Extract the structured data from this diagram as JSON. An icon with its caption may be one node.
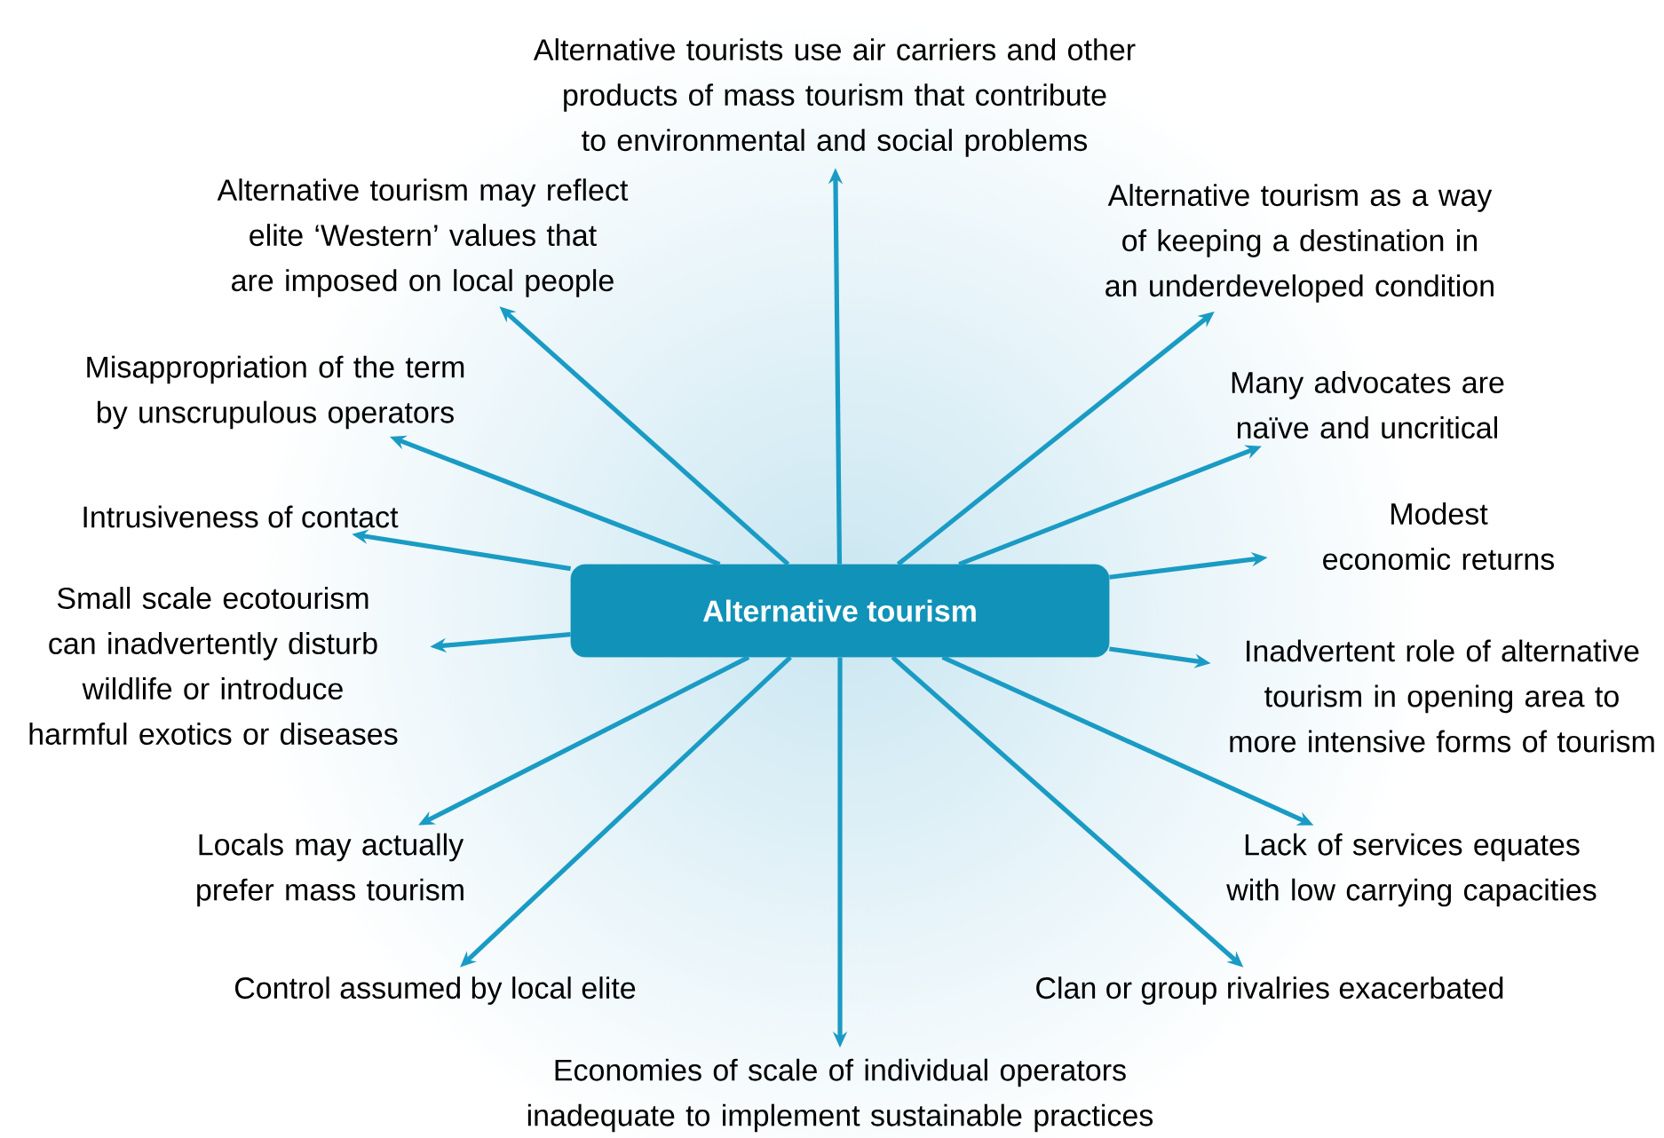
{
  "diagram": {
    "nodes": [
      {
        "text": [
          "Alternative tourism"
        ]
      },
      {
        "text": [
          "Alternative tourists use air carriers and other products of mass tourism that contribute to environmental and social problems"
        ]
      },
      {
        "text": [
          "Alternative tourism as a way of keeping a destination in an underdeveloped condition"
        ]
      },
      {
        "text": [
          "Many advocates are naïve and uncritical"
        ]
      },
      {
        "text": [
          "Modest economic returns"
        ]
      },
      {
        "text": [
          "Inadvertent role of alternative tourism in opening area to more intensive forms of tourism"
        ]
      },
      {
        "text": [
          "Lack of services equates with low carrying capacities"
        ]
      },
      {
        "text": [
          "Clan or group rivalries exacerbated"
        ]
      },
      {
        "text": [
          "Economies of scale of individual operators inadequate to implement sustainable practices"
        ]
      },
      {
        "text": [
          "Control assumed by local elite"
        ]
      },
      {
        "text": [
          "Locals may actually prefer mass tourism"
        ]
      },
      {
        "text": [
          "Small scale ecotourism can inadvertently disturb wildlife or introduce harmful exotics or diseases"
        ]
      },
      {
        "text": [
          "Intrusiveness of contact"
        ]
      },
      {
        "text": [
          "Misappropriation of the term by unscrupulous operators"
        ]
      },
      {
        "text": [
          "Alternative tourism may reflect elite ‘Western’ values that are imposed on local people"
        ]
      }
    ],
    "edges": [
      {
        "from": 0,
        "to": 1,
        "arrow": "to"
      },
      {
        "from": 0,
        "to": 2,
        "arrow": "to"
      },
      {
        "from": 0,
        "to": 3,
        "arrow": "to"
      },
      {
        "from": 0,
        "to": 4,
        "arrow": "to"
      },
      {
        "from": 0,
        "to": 5,
        "arrow": "to"
      },
      {
        "from": 0,
        "to": 6,
        "arrow": "to"
      },
      {
        "from": 0,
        "to": 7,
        "arrow": "to"
      },
      {
        "from": 0,
        "to": 8,
        "arrow": "to"
      },
      {
        "from": 0,
        "to": 9,
        "arrow": "to"
      },
      {
        "from": 0,
        "to": 10,
        "arrow": "to"
      },
      {
        "from": 0,
        "to": 11,
        "arrow": "to"
      },
      {
        "from": 0,
        "to": 12,
        "arrow": "to"
      },
      {
        "from": 0,
        "to": 13,
        "arrow": "to"
      },
      {
        "from": 0,
        "to": 14,
        "arrow": "to"
      }
    ]
  }
}
